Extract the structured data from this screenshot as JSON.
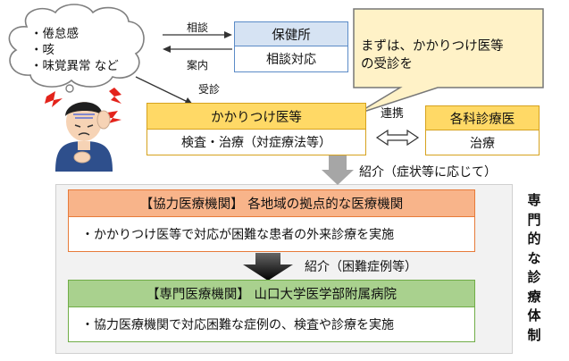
{
  "cloud": {
    "symptoms": [
      "・倦怠感",
      "・咳",
      "・味覚異常 など"
    ]
  },
  "arrows": {
    "consult": "相談",
    "guide": "案内",
    "visit": "受診",
    "cooperation": "連携",
    "referral_symptom": "紹介（症状等に応じて）",
    "referral_difficult": "紹介（困難症例等）"
  },
  "health_center": {
    "title": "保健所",
    "body": "相談対応"
  },
  "callout": {
    "text_line1": "まずは、かかりつけ医等",
    "text_line2": "の受診を"
  },
  "family_doctor": {
    "title": "かかりつけ医等",
    "body": "検査・治療（対症療法等）"
  },
  "specialists": {
    "title": "各科診療医",
    "body": "治療"
  },
  "cooperating": {
    "title": "【協力医療機関】 各地域の拠点的な医療機関",
    "body": "・かかりつけ医等で対応が困難な患者の外来診療を実施"
  },
  "specialized": {
    "title": "【専門医療機関】 山口大学医学部附属病院",
    "body": "・協力医療機関で対応困難な症例の、検査や診療を実施"
  },
  "side_label": "専門的な診療体制",
  "colors": {
    "blue_header": "#d6e3f3",
    "blue_border": "#5b8bc7",
    "yellow_header": "#ffd966",
    "yellow_border": "#d6a21e",
    "callout_fill": "#fff2c7",
    "orange_header": "#f8b48a",
    "orange_border": "#e77b3a",
    "green_header": "#a9d18e",
    "green_border": "#70ad47",
    "outer_panel": "#f2f2f2"
  }
}
